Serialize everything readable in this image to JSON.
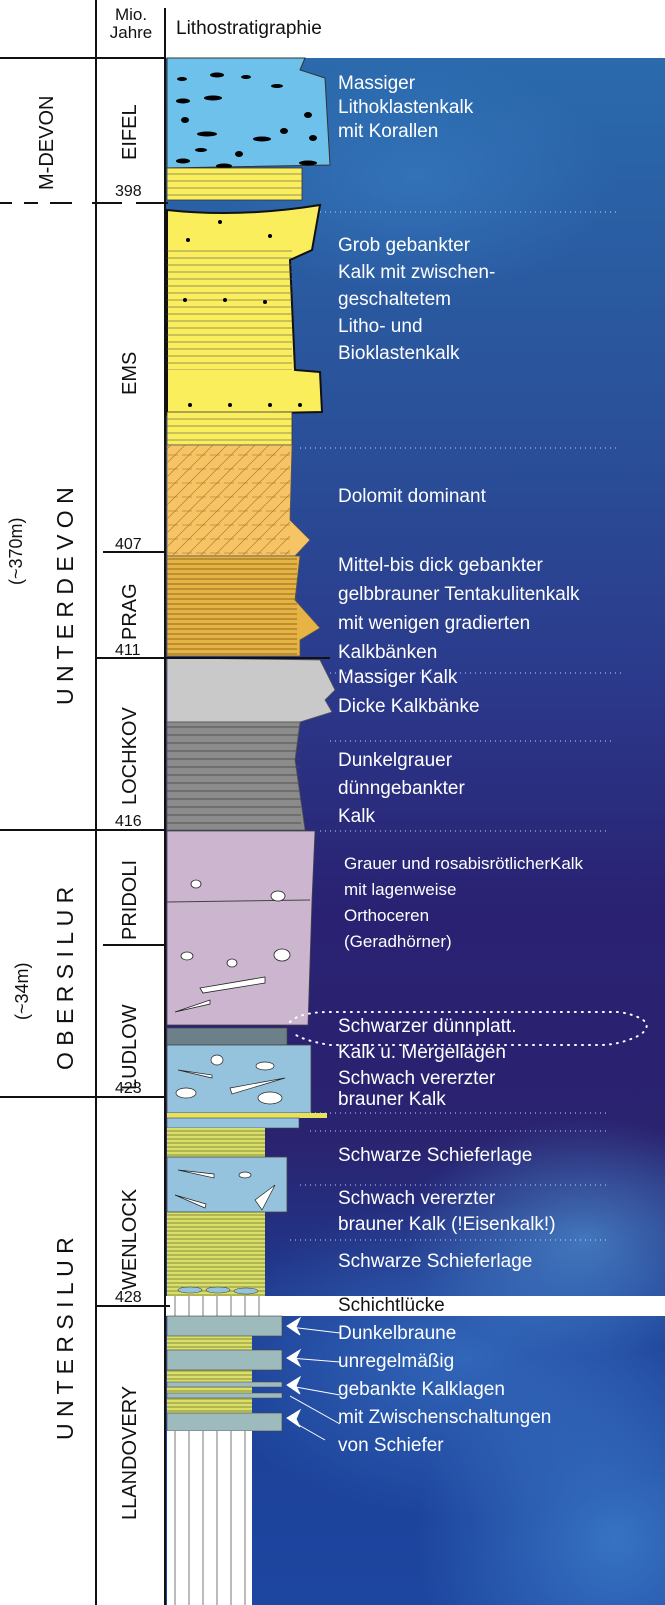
{
  "header": {
    "years_label_1": "Mio.",
    "years_label_2": "Jahre",
    "litho_label": "Lithostratigraphie"
  },
  "series": [
    {
      "name": "M-DEVON"
    },
    {
      "name": "U N T E R D E V O N",
      "thickness": "(~370m)"
    },
    {
      "name": "O B E R S I L U R",
      "thickness": "(~34m)"
    },
    {
      "name": "U N T E R S I L U R"
    }
  ],
  "stages": [
    "EIFEL",
    "EMS",
    "PRAG",
    "LOCHKOV",
    "PRIDOLI",
    "LUDLOW",
    "WENLOCK",
    "LLANDOVERY"
  ],
  "ages": [
    "398",
    "407",
    "411",
    "416",
    "423",
    "428"
  ],
  "descriptions": {
    "eifel": [
      "Massiger",
      "Lithoklastenkalk",
      "mit Korallen"
    ],
    "ems": [
      "Grob gebankter",
      "Kalk mit zwischen-",
      "geschaltetem",
      "Litho- und",
      "Bioklastenkalk"
    ],
    "dolomit": "Dolomit dominant",
    "prag": [
      "Mittel-bis dick gebankter",
      "gelbbrauner Tentakulitenkalk",
      "mit wenigen gradierten",
      "Kalkbänken"
    ],
    "massig": "Massiger Kalk",
    "dicke": "Dicke Kalkbänke",
    "lochkov": [
      "Dunkelgrauer",
      "dünngebankter",
      "Kalk"
    ],
    "pridoli": [
      "Grauer und rosabisrötlicherKalk",
      "mit lagenweise",
      "Orthoceren",
      "(Geradhörner)"
    ],
    "schwarzer": [
      "Schwarzer dünnplatt.",
      "Kalk u. Mergellagen"
    ],
    "ludlow_kalk": [
      "Schwach vererzter",
      "brauner Kalk"
    ],
    "schiefer1": "Schwarze Schieferlage",
    "eisenkalk": [
      "Schwach vererzter",
      "brauner Kalk (!Eisenkalk!)"
    ],
    "schiefer2": "Schwarze Schieferlage",
    "luecke": "Schichtlücke",
    "llandovery": [
      "Dunkelbraune",
      "unregelmäßig",
      "gebankte Kalklagen",
      "mit Zwischenschaltungen",
      "von Schiefer"
    ]
  },
  "colors": {
    "eifel": "#6ec1ea",
    "ems": "#fbee5c",
    "dolomit": "#f6c464",
    "prag": "#e8b345",
    "grey_light": "#c9c9c9",
    "grey_dark": "#8b8b8b",
    "pridoli": "#ccb5cf",
    "ludlow": "#95c3de",
    "wenlock": "#d8df6a",
    "llandovery": "#9dbabc"
  }
}
